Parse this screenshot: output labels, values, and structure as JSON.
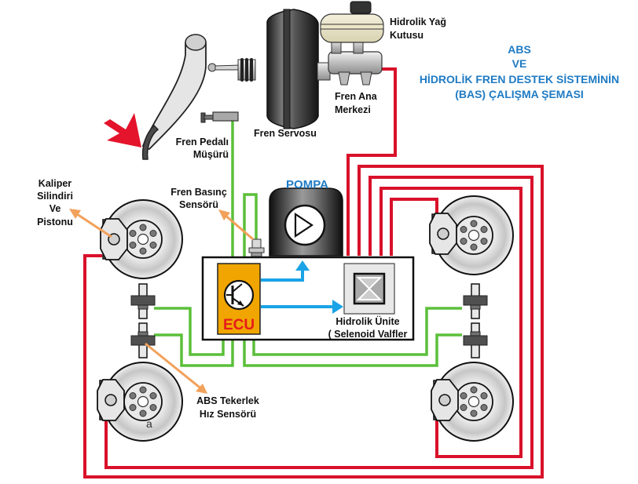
{
  "title": {
    "lines": [
      "ABS",
      "VE",
      "HİDROLİK FREN DESTEK SİSTEMİNİN",
      "(BAS) ÇALIŞMA ŞEMASI"
    ]
  },
  "labels": {
    "reservoir": [
      "Hidrolik Yağ",
      "Kutusu"
    ],
    "master_cylinder": [
      "Fren Ana",
      "Merkezi"
    ],
    "servo": "Fren Servosu",
    "pedal_switch": [
      "Fren Pedalı",
      "Müşürü"
    ],
    "caliper": [
      "Kaliper",
      "Silindiri",
      "Ve",
      "Pistonu"
    ],
    "pressure_sensor": [
      "Fren Basınç",
      "Sensörü"
    ],
    "pump": "POMPA",
    "ecu": "ECU",
    "hydraulic_unit": [
      "Hidrolik Ünite",
      "( Selenoid Valfler"
    ],
    "wheel_speed_sensor": [
      "ABS Tekerlek",
      "Hız Sensörü"
    ]
  },
  "colors": {
    "title_blue": "#1f7bc4",
    "pipe_red": "#d9112a",
    "wire_green": "#5bbf3a",
    "signal_blue": "#1aa3e6",
    "ecu_orange": "#f0a500",
    "ecu_text_red": "#e51b1b",
    "pointer_orange": "#f2a15b",
    "pedal_arrow_red": "#e3142c"
  },
  "icons": {
    "pedal_force": "red-arrow",
    "pump": "play-triangle-circle",
    "ecu": "transistor-symbol",
    "valve": "hourglass-valve"
  }
}
